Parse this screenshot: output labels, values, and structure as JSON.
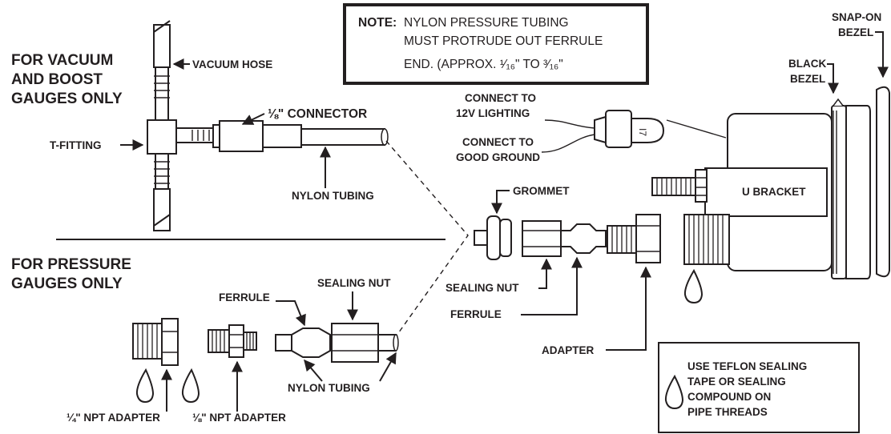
{
  "sections": {
    "vacuum_title": [
      "FOR  VACUUM",
      "AND BOOST",
      "GAUGES ONLY"
    ],
    "pressure_title": [
      "FOR PRESSURE",
      "GAUGES ONLY"
    ]
  },
  "note": {
    "label": "NOTE:",
    "lines": [
      "NYLON PRESSURE TUBING",
      "MUST PROTRUDE OUT FERRULE",
      "END. (APPROX. ¹⁄₁₆\" TO ³⁄₁₆\""
    ]
  },
  "labels": {
    "vacuum_hose": "VACUUM HOSE",
    "t_fitting": "T-FITTING",
    "connector": "⅛\" CONNECTOR",
    "nylon_tubing_top": "NYLON  TUBING",
    "snap_on_bezel": [
      "SNAP-ON",
      "BEZEL"
    ],
    "black_bezel": [
      "BLACK",
      "BEZEL"
    ],
    "connect_lighting": [
      "CONNECT TO",
      "12V LIGHTING"
    ],
    "connect_ground": [
      "CONNECT TO",
      "GOOD GROUND"
    ],
    "u_bracket": "U BRACKET",
    "grommet": "GROMMET",
    "sealing_nut_right": "SEALING NUT",
    "ferrule_right": "FERRULE",
    "adapter": "ADAPTER",
    "sealing_nut_left": "SEALING NUT",
    "ferrule_left": "FERRULE",
    "nylon_tubing_bottom": "NYLON  TUBING",
    "npt_quarter": "¼\" NPT ADAPTER",
    "npt_eighth": "⅛\" NPT ADAPTER"
  },
  "teflon_note": [
    "USE TEFLON SEALING",
    "TAPE OR SEALING",
    "COMPOUND ON",
    "PIPE THREADS"
  ]
}
